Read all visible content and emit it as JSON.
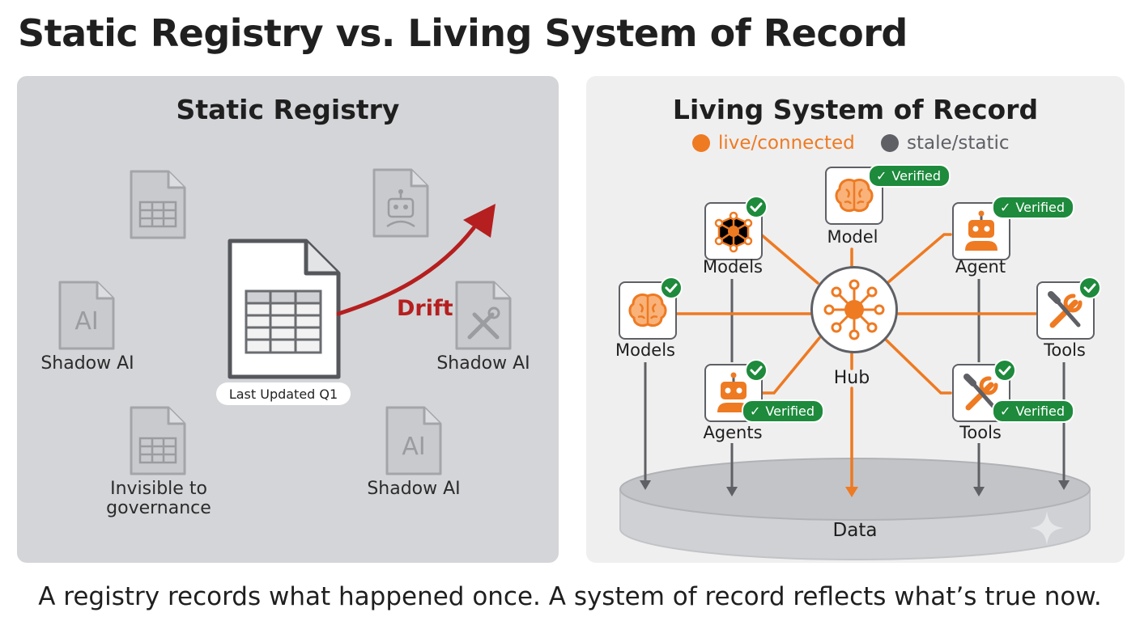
{
  "title": "Static Registry vs. Living System of Record",
  "footer": "A registry records what happened once. A system of record reflects what’s true now.",
  "left_panel": {
    "title": "Static Registry",
    "labels": {
      "shadow_ai_left": "Shadow AI",
      "shadow_ai_right": "Shadow AI",
      "shadow_ai_bottom": "Shadow AI",
      "invisible_line1": "Invisible to",
      "invisible_line2": "governance",
      "drift": "Drift",
      "last_updated": "Last Updated Q1"
    },
    "doc_icon_text": "AI"
  },
  "right_panel": {
    "title": "Living System of Record",
    "legend": [
      {
        "label": "live/connected",
        "color": "#ee7a22"
      },
      {
        "label": "stale/static",
        "color": "#5e6066"
      }
    ],
    "nodes": {
      "model_top": "Model",
      "models_upper": "Models",
      "agent_upper": "Agent",
      "models_left": "Models",
      "tools_right": "Tools",
      "agents_lower": "Agents",
      "tools_lower": "Tools",
      "hub": "Hub",
      "data": "Data"
    },
    "verified": "Verified",
    "check_glyph": "✓"
  },
  "colors": {
    "accent_orange": "#ee7a22",
    "verified_green": "#1d8a3c",
    "drift_red": "#b51f1f",
    "stale_gray": "#5e6066"
  }
}
